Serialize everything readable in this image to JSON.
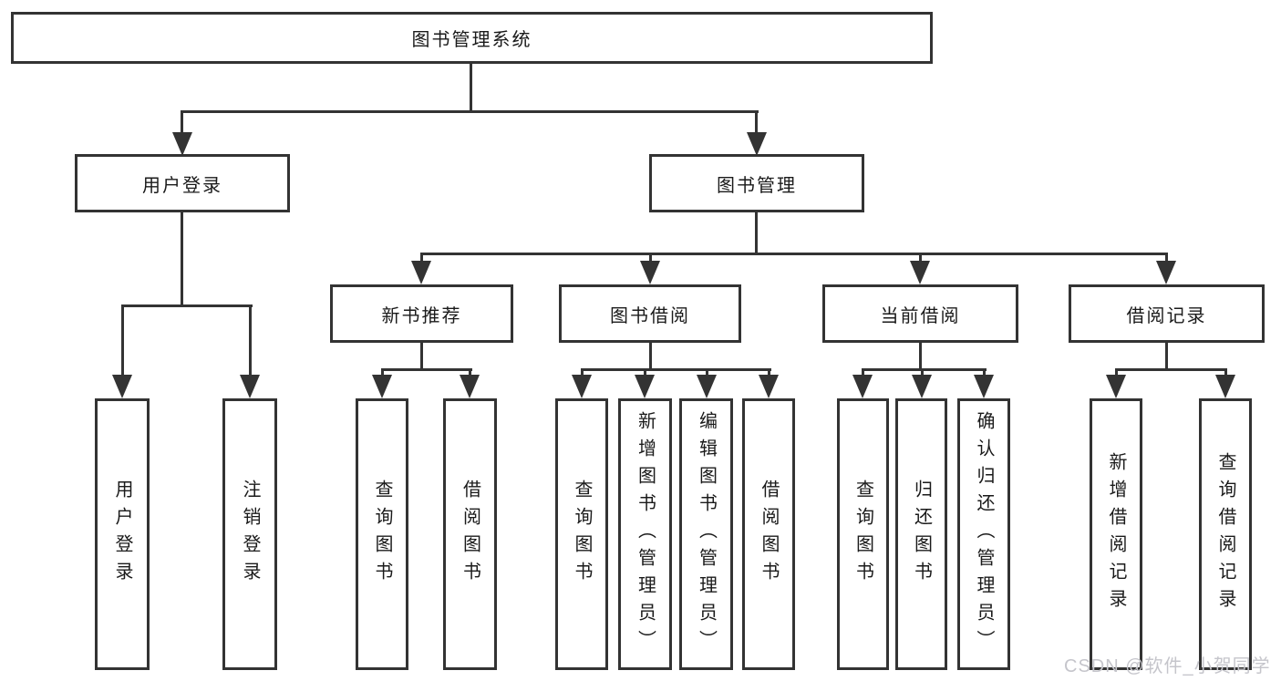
{
  "diagram": {
    "root": {
      "label": "图书管理系统"
    },
    "level2": [
      {
        "label": "用户登录"
      },
      {
        "label": "图书管理"
      }
    ],
    "level3": [
      {
        "label": "新书推荐"
      },
      {
        "label": "图书借阅"
      },
      {
        "label": "当前借阅"
      },
      {
        "label": "借阅记录"
      }
    ],
    "leaves": {
      "user": [
        "用户登录",
        "注销登录"
      ],
      "recommend": [
        "查询图书",
        "借阅图书"
      ],
      "borrow": [
        "查询图书",
        "新增图书（管理员）",
        "编辑图书（管理员）",
        "借阅图书"
      ],
      "current": [
        "查询图书",
        "归还图书",
        "确认归还（管理员）"
      ],
      "records": [
        "新增借阅记录",
        "查询借阅记录"
      ]
    }
  },
  "watermark": {
    "text": "CSDN @软件_小贺同学"
  },
  "colors": {
    "line": "#333333",
    "box_border": "#333333",
    "background": "#ffffff",
    "text": "#1a1a1a",
    "watermark": "#c5c5cb"
  }
}
